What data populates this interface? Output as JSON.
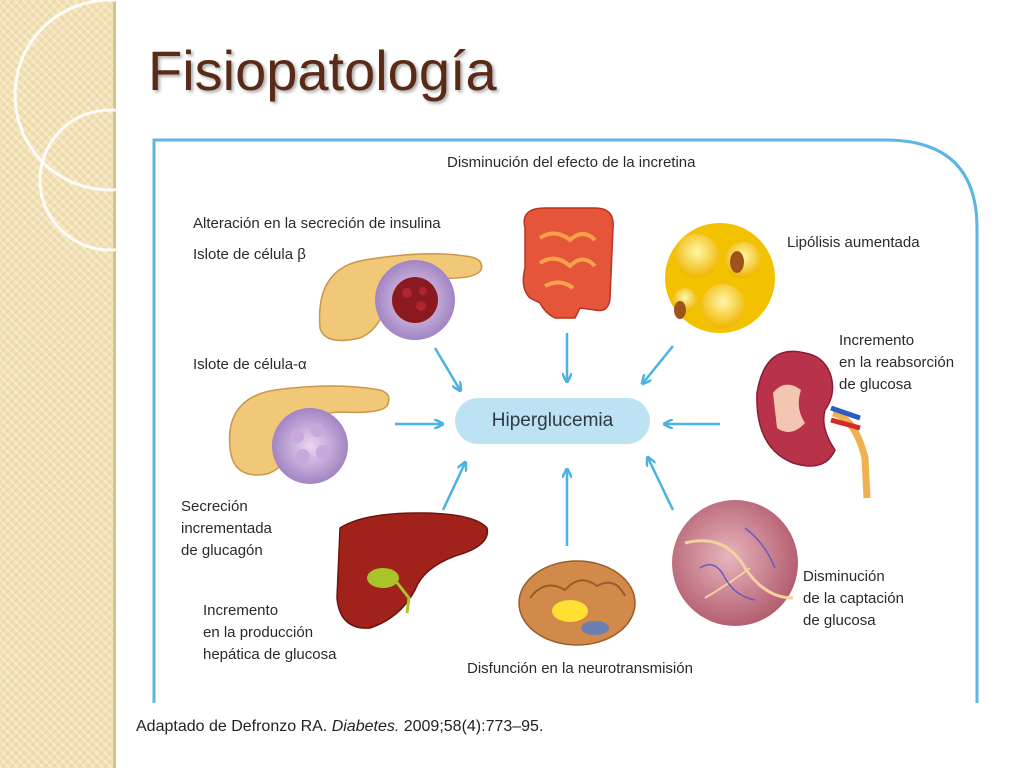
{
  "slide": {
    "title": "Fisiopatología"
  },
  "diagram": {
    "center": "Hiperglucemia",
    "labels": {
      "incretin": "Disminución del efecto de la incretina",
      "insulin_secretion": "Alteración en la secreción de insulina",
      "beta_islet": "Islote de célula β",
      "alpha_islet": "Islote de célula-α",
      "glucagon": "Secreción\nincrementada\nde glucagón",
      "hepatic": "Incremento\nen la producción\nhepática de glucosa",
      "neuro": "Disfunción en la neurotransmisión",
      "uptake": "Disminución\nde la captación\nde glucosa",
      "reabsorption": "Incremento\nen la reabsorción\nde glucosa",
      "lipolysis": "Lipólisis aumentada"
    },
    "colors": {
      "border": "#5bb6e4",
      "arrow": "#4cb3e0",
      "pill": "#bde2f3"
    }
  },
  "citation": {
    "prefix": "Adaptado de Defronzo RA. ",
    "journal": "Diabetes.",
    "suffix": " 2009;58(4):773–95."
  }
}
